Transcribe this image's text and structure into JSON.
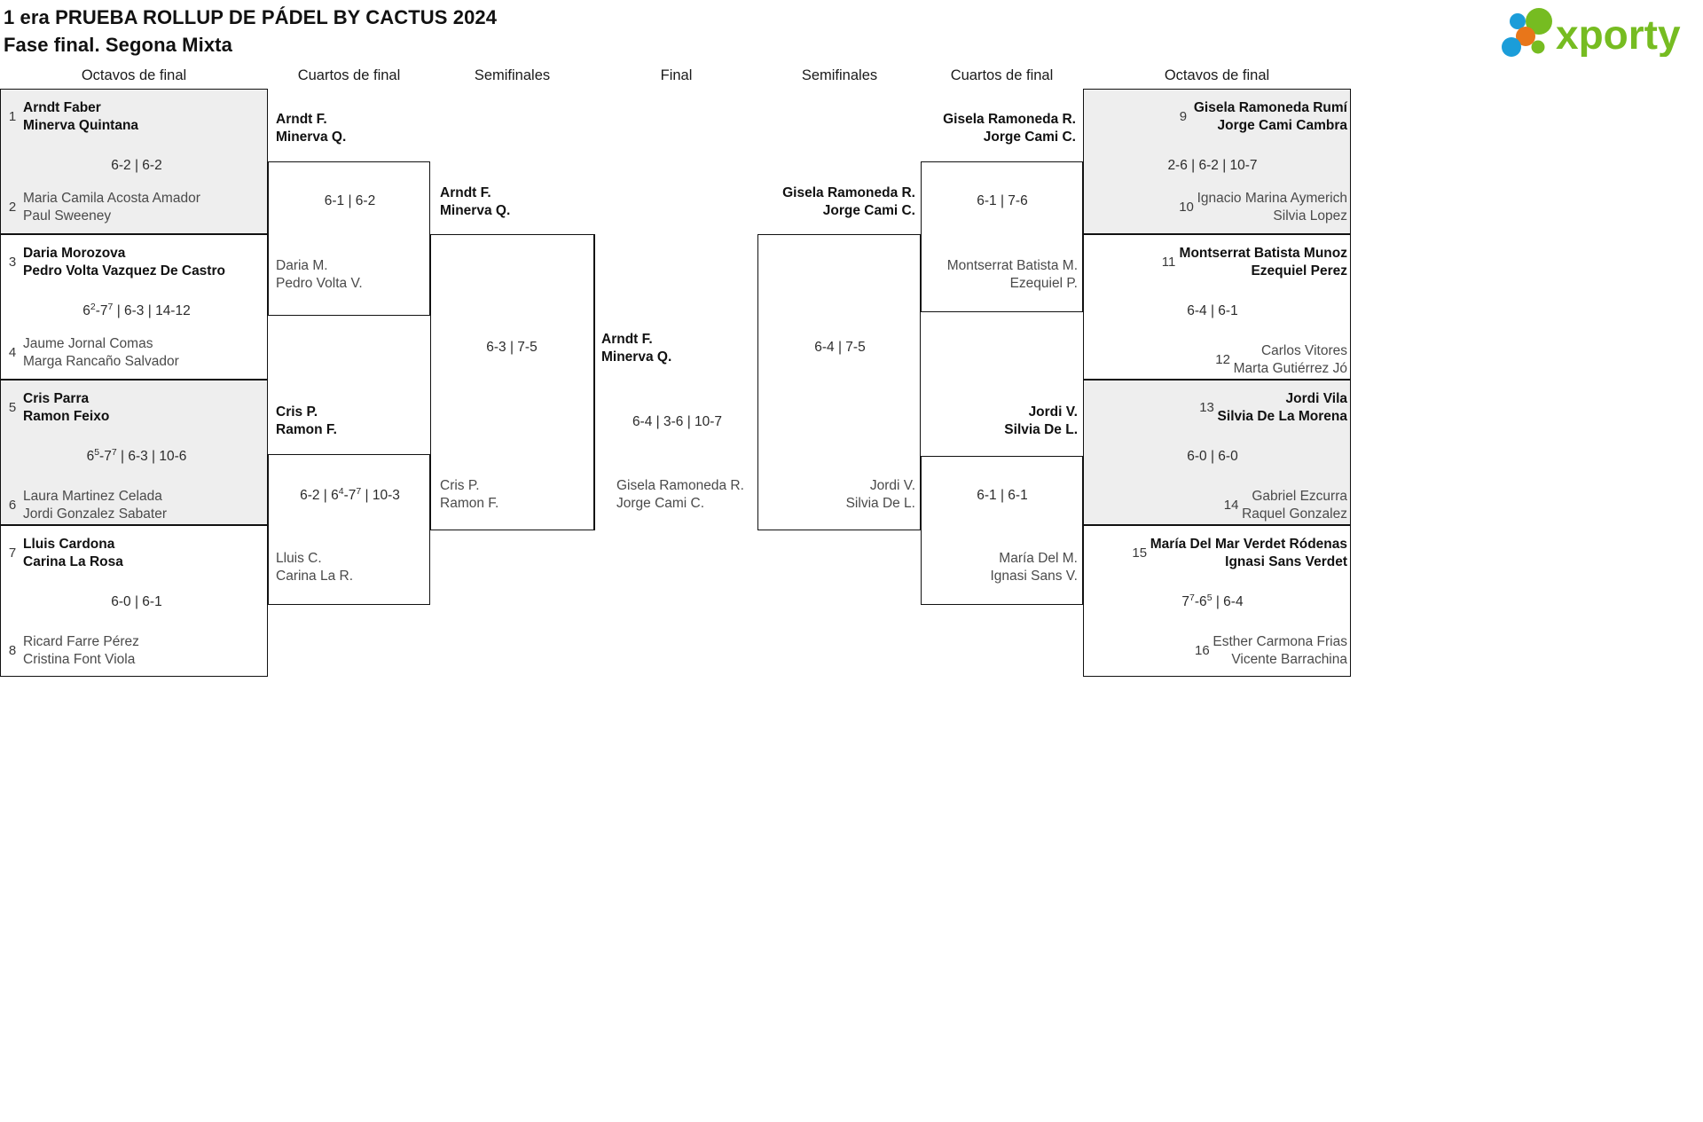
{
  "header": {
    "title_line1": "1 era PRUEBA ROLLUP DE PÁDEL BY CACTUS 2024",
    "title_line2": "Fase final. Segona Mixta",
    "logo_text": "xporty",
    "logo_colors": {
      "green": "#76bc21",
      "orange": "#e8761a",
      "blue": "#1b9dd9"
    }
  },
  "rounds": {
    "r16_left": "Octavos de final",
    "qf_left": "Cuartos de final",
    "sf_left": "Semifinales",
    "final": "Final",
    "sf_right": "Semifinales",
    "qf_right": "Cuartos de final",
    "r16_right": "Octavos de final"
  },
  "left_r16": [
    {
      "top": {
        "seed": "1",
        "p1": "Arndt Faber",
        "p2": "Minerva Quintana",
        "result": "win"
      },
      "bottom": {
        "seed": "2",
        "p1": "Maria Camila Acosta Amador",
        "p2": "Paul Sweeney",
        "result": "lose"
      },
      "score": "6-2 | 6-2",
      "score_parts": [
        {
          "t": "6-2 | 6-2"
        }
      ]
    },
    {
      "top": {
        "seed": "3",
        "p1": "Daria Morozova",
        "p2": "Pedro Volta Vazquez De Castro",
        "result": "win"
      },
      "bottom": {
        "seed": "4",
        "p1": "Jaume Jornal Comas",
        "p2": "Marga Rancaño Salvador",
        "result": "lose"
      },
      "score": "6²-7⁷ | 6-3 | 14-12",
      "score_parts": [
        {
          "t": "6"
        },
        {
          "t": "2",
          "sup": true
        },
        {
          "t": "-7"
        },
        {
          "t": "7",
          "sup": true
        },
        {
          "t": " | 6-3 | 14-12"
        }
      ]
    },
    {
      "top": {
        "seed": "5",
        "p1": "Cris Parra",
        "p2": "Ramon Feixo",
        "result": "win"
      },
      "bottom": {
        "seed": "6",
        "p1": "Laura Martinez Celada",
        "p2": "Jordi Gonzalez Sabater",
        "result": "lose"
      },
      "score": "6⁵-7⁷ | 6-3 | 10-6",
      "score_parts": [
        {
          "t": "6"
        },
        {
          "t": "5",
          "sup": true
        },
        {
          "t": "-7"
        },
        {
          "t": "7",
          "sup": true
        },
        {
          "t": " | 6-3 | 10-6"
        }
      ]
    },
    {
      "top": {
        "seed": "7",
        "p1": "Lluis Cardona",
        "p2": "Carina La Rosa",
        "result": "win"
      },
      "bottom": {
        "seed": "8",
        "p1": "Ricard Farre Pérez",
        "p2": "Cristina Font Viola",
        "result": "lose"
      },
      "score": "6-0 | 6-1",
      "score_parts": [
        {
          "t": "6-0 | 6-1"
        }
      ]
    }
  ],
  "left_qf": [
    {
      "top": {
        "p1": "Arndt F.",
        "p2": "Minerva Q.",
        "result": "win"
      },
      "bottom": {
        "p1": "Daria M.",
        "p2": "Pedro Volta V.",
        "result": "lose"
      },
      "score": "6-1 | 6-2",
      "score_parts": [
        {
          "t": "6-1 | 6-2"
        }
      ]
    },
    {
      "top": {
        "p1": "Cris P.",
        "p2": "Ramon F.",
        "result": "win"
      },
      "bottom": {
        "p1": "Lluis C.",
        "p2": "Carina La R.",
        "result": "lose"
      },
      "score": "6-2 | 6⁴-7⁷ | 10-3",
      "score_parts": [
        {
          "t": "6-2 | 6"
        },
        {
          "t": "4",
          "sup": true
        },
        {
          "t": "-7"
        },
        {
          "t": "7",
          "sup": true
        },
        {
          "t": " | 10-3"
        }
      ]
    }
  ],
  "left_sf": {
    "top": {
      "p1": "Arndt F.",
      "p2": "Minerva Q.",
      "result": "win"
    },
    "bottom": {
      "p1": "Cris P.",
      "p2": "Ramon F.",
      "result": "lose"
    },
    "score": "6-3 | 7-5",
    "score_parts": [
      {
        "t": "6-3 | 7-5"
      }
    ]
  },
  "final": {
    "top": {
      "p1": "Arndt F.",
      "p2": "Minerva Q.",
      "result": "win"
    },
    "bottom": {
      "p1": "Gisela Ramoneda R.",
      "p2": "Jorge Cami C.",
      "result": "lose"
    },
    "score": "6-4 | 3-6 | 10-7",
    "score_parts": [
      {
        "t": "6-4 | 3-6 | 10-7"
      }
    ]
  },
  "right_sf": {
    "top": {
      "p1": "Gisela Ramoneda R.",
      "p2": "Jorge Cami C.",
      "result": "win"
    },
    "bottom": {
      "p1": "Jordi V.",
      "p2": "Silvia De L.",
      "result": "lose"
    },
    "score": "6-4 | 7-5",
    "score_parts": [
      {
        "t": "6-4 | 7-5"
      }
    ]
  },
  "right_qf": [
    {
      "top": {
        "p1": "Gisela Ramoneda R.",
        "p2": "Jorge Cami C.",
        "result": "win"
      },
      "bottom": {
        "p1": "Montserrat Batista M.",
        "p2": "Ezequiel P.",
        "result": "lose"
      },
      "score": "6-1 | 7-6",
      "score_parts": [
        {
          "t": "6-1 | 7-6"
        }
      ]
    },
    {
      "top": {
        "p1": "Jordi V.",
        "p2": "Silvia De L.",
        "result": "win"
      },
      "bottom": {
        "p1": "María Del M.",
        "p2": "Ignasi Sans V.",
        "result": "lose"
      },
      "score": "6-1 | 6-1",
      "score_parts": [
        {
          "t": "6-1 | 6-1"
        }
      ]
    }
  ],
  "right_r16": [
    {
      "top": {
        "seed": "9",
        "p1": "Gisela Ramoneda Rumí",
        "p2": "Jorge Cami Cambra",
        "result": "win"
      },
      "bottom": {
        "seed": "10",
        "p1": "Ignacio Marina Aymerich",
        "p2": "Silvia Lopez",
        "result": "lose"
      },
      "score": "2-6 | 6-2 | 10-7",
      "score_parts": [
        {
          "t": "2-6 | 6-2 | 10-7"
        }
      ]
    },
    {
      "top": {
        "seed": "11",
        "p1": "Montserrat Batista Munoz",
        "p2": "Ezequiel Perez",
        "result": "win"
      },
      "bottom": {
        "seed": "12",
        "p1": "Carlos Vitores",
        "p2": "Marta Gutiérrez Jó",
        "result": "lose"
      },
      "score": "6-4 | 6-1",
      "score_parts": [
        {
          "t": "6-4 | 6-1"
        }
      ]
    },
    {
      "top": {
        "seed": "13",
        "p1": "Jordi Vila",
        "p2": "Silvia De La Morena",
        "result": "win"
      },
      "bottom": {
        "seed": "14",
        "p1": "Gabriel Ezcurra",
        "p2": "Raquel Gonzalez",
        "result": "lose"
      },
      "score": "6-0 | 6-0",
      "score_parts": [
        {
          "t": "6-0 | 6-0"
        }
      ]
    },
    {
      "top": {
        "seed": "15",
        "p1": "María Del Mar Verdet Ródenas",
        "p2": "Ignasi Sans Verdet",
        "result": "win"
      },
      "bottom": {
        "seed": "16",
        "p1": "Esther Carmona Frias",
        "p2": "Vicente Barrachina",
        "result": "lose"
      },
      "score": "7⁷-6⁵ | 6-4",
      "score_parts": [
        {
          "t": "7"
        },
        {
          "t": "7",
          "sup": true
        },
        {
          "t": "-6"
        },
        {
          "t": "5",
          "sup": true
        },
        {
          "t": " | 6-4"
        }
      ]
    }
  ]
}
